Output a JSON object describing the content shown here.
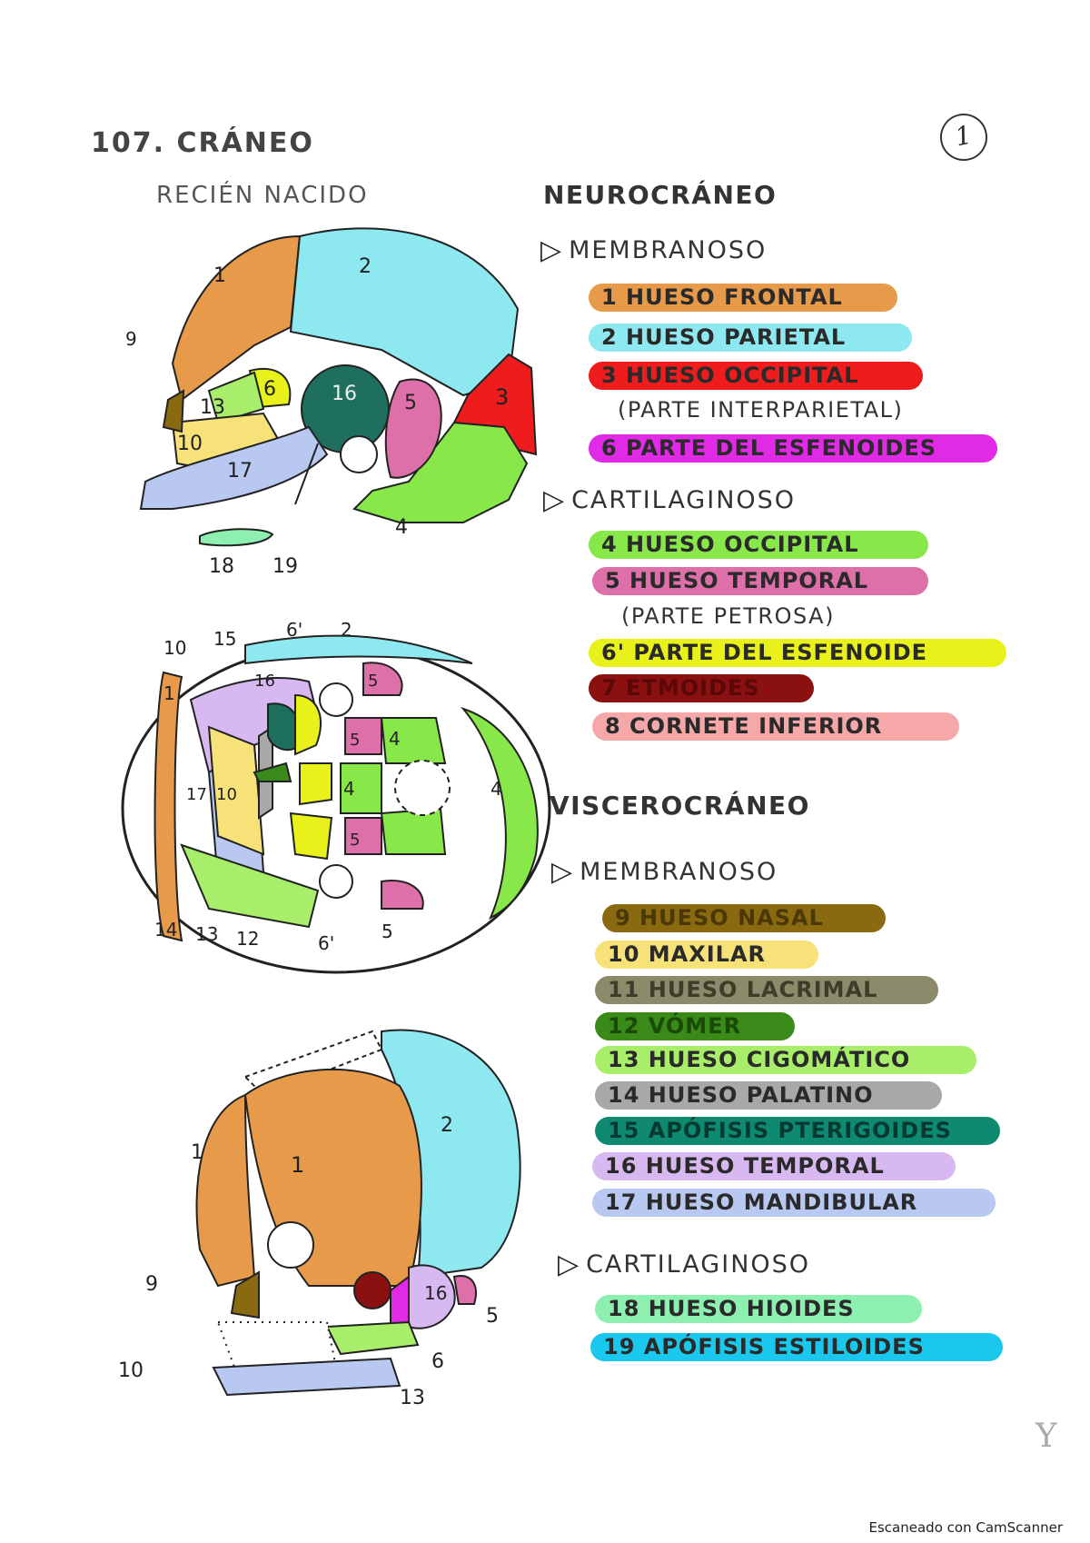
{
  "header": {
    "title": "107. CRÁNEO",
    "subtitle": "RECIÉN NACIDO",
    "page_number": "1"
  },
  "neurocraneo": {
    "heading": "NEUROCRÁNEO",
    "membranoso": {
      "label": "MEMBRANOSO",
      "items": [
        {
          "text": "1 HUESO FRONTAL",
          "color": "#e69a4a"
        },
        {
          "text": "2 HUESO PARIETAL",
          "color": "#8ee8ef"
        },
        {
          "text": "3 HUESO OCCIPITAL",
          "color": "#ee1c1c"
        },
        {
          "text": "6 PARTE DEL ESFENOIDES",
          "color": "#e02ae6"
        }
      ],
      "note": "(PARTE INTERPARIETAL)"
    },
    "cartilaginoso": {
      "label": "CARTILAGINOSO",
      "items": [
        {
          "text": "4 HUESO OCCIPITAL",
          "color": "#88e84a"
        },
        {
          "text": "5 HUESO TEMPORAL",
          "color": "#dd70a8"
        },
        {
          "text": "6' PARTE DEL ESFENOIDE",
          "color": "#e8f21a"
        },
        {
          "text": "7 ETMOIDES",
          "color": "#8b1010"
        },
        {
          "text": "8 CORNETE INFERIOR",
          "color": "#f6a8a8"
        }
      ],
      "note": "(PARTE PETROSA)"
    }
  },
  "viscerocraneo": {
    "heading": "VISCEROCRÁNEO",
    "membranoso": {
      "label": "MEMBRANOSO",
      "items": [
        {
          "text": "9 HUESO NASAL",
          "color": "#8a6a10"
        },
        {
          "text": "10 MAXILAR",
          "color": "#f7e27a"
        },
        {
          "text": "11 HUESO LACRIMAL",
          "color": "#8b8a6a"
        },
        {
          "text": "12 VÓMER",
          "color": "#3a8a1a"
        },
        {
          "text": "13 HUESO CIGOMÁTICO",
          "color": "#a8ee6a"
        },
        {
          "text": "14 HUESO PALATINO",
          "color": "#a8a8a8"
        },
        {
          "text": "15 APÓFISIS PTERIGOIDES",
          "color": "#0f8a70"
        },
        {
          "text": "16 HUESO TEMPORAL",
          "color": "#d8b8f0"
        },
        {
          "text": "17 HUESO MANDIBULAR",
          "color": "#b8c8f0"
        }
      ]
    },
    "cartilaginoso": {
      "label": "CARTILAGINOSO",
      "items": [
        {
          "text": "18 HUESO HIOIDES",
          "color": "#8ef0b0"
        },
        {
          "text": "19 APÓFISIS ESTILOIDES",
          "color": "#1ac8ee"
        }
      ]
    }
  },
  "lateral_labels": [
    "1",
    "2",
    "3",
    "4",
    "5",
    "6",
    "9",
    "10",
    "13",
    "16",
    "17",
    "18",
    "19"
  ],
  "inferior_labels": [
    "1",
    "2",
    "4",
    "4",
    "4",
    "5",
    "5",
    "5",
    "5",
    "6'",
    "6'",
    "10",
    "12",
    "13",
    "14",
    "15",
    "16",
    "17",
    "10"
  ],
  "frontal_labels": [
    "1",
    "1",
    "2",
    "5",
    "6",
    "9",
    "10",
    "13",
    "16"
  ],
  "footer": "Escaneado con CamScanner"
}
